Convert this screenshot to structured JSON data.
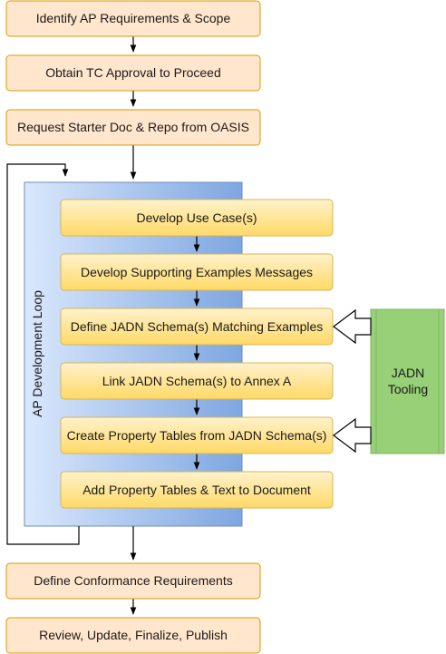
{
  "steps_top": [
    "Identify AP Requirements & Scope",
    "Obtain TC Approval to Proceed",
    "Request Starter Doc & Repo from OASIS"
  ],
  "loop": {
    "label": "AP Development Loop",
    "steps": [
      "Develop Use Case(s)",
      "Develop Supporting Examples Messages",
      "Define JADN Schema(s) Matching Examples",
      "Link JADN Schema(s) to Annex A",
      "Create Property Tables from JADN Schema(s)",
      "Add Property Tables & Text to Document"
    ]
  },
  "tooling": {
    "line1": "JADN",
    "line2": "Tooling"
  },
  "steps_bottom": [
    "Define Conformance Requirements",
    "Review, Update, Finalize, Publish"
  ],
  "colors": {
    "outer_fill": "#ffe6cc",
    "outer_stroke": "#d79b00",
    "inner_top": "#fff2cc",
    "inner_bottom": "#ffd966",
    "inner_stroke": "#d6b656",
    "loop_left": "#dae8fc",
    "loop_right": "#7ea6e0",
    "loop_stroke": "#6c8ebf",
    "tool_fill": "#97d077",
    "tool_stroke": "#82b366"
  }
}
